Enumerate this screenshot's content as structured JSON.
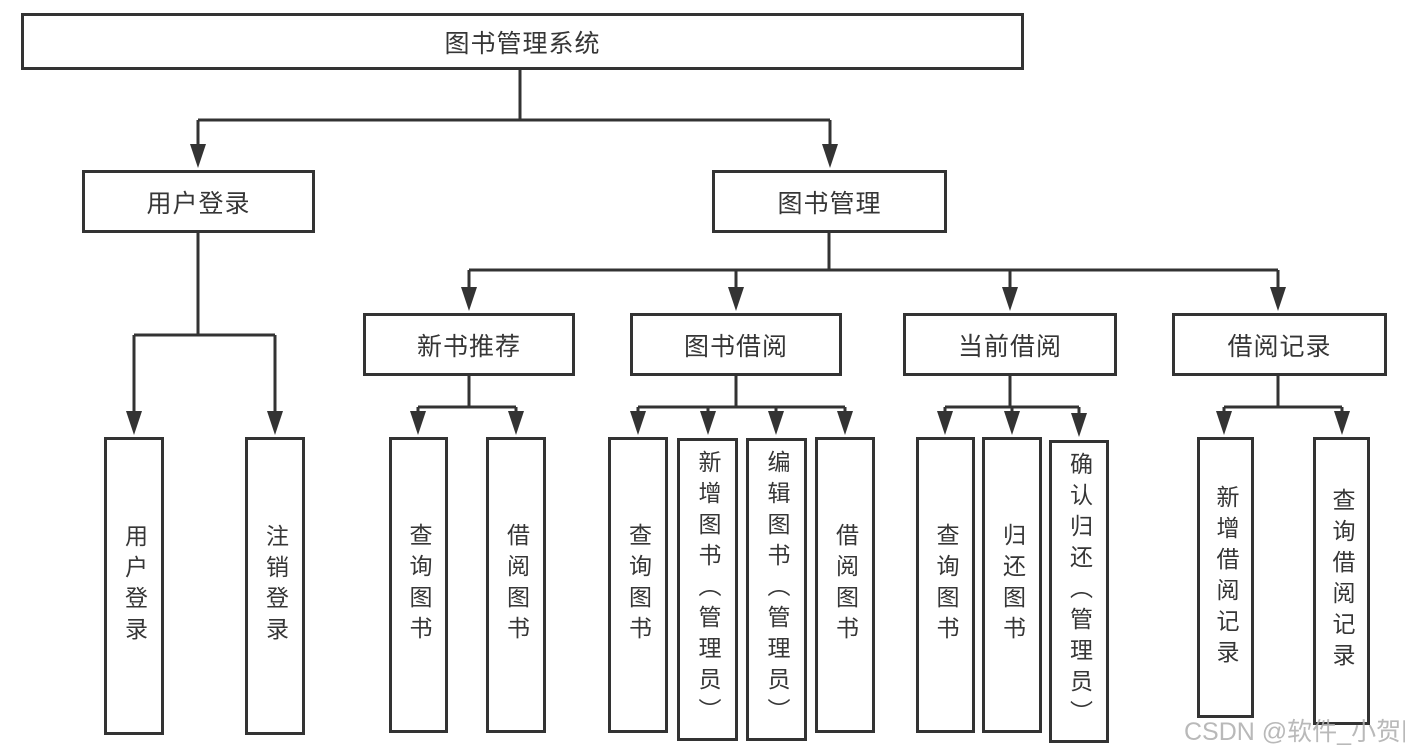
{
  "diagram_title": "图书管理系统",
  "colors": {
    "line": "#333333",
    "box_border": "#333333",
    "box_background": "#ffffff",
    "text": "#363636",
    "watermark": "#b0b0b0"
  },
  "nodes": {
    "root": "图书管理系统",
    "l2_login": "用户登录",
    "l2_book_mgmt": "图书管理",
    "l3_new_book": "新书推荐",
    "l3_book_borrow": "图书借阅",
    "l3_current_borrow": "当前借阅",
    "l3_borrow_record": "借阅记录",
    "leaf_login_user_login": "用户登录",
    "leaf_login_logout": "注销登录",
    "leaf_newbook_query": "查询图书",
    "leaf_newbook_borrow": "借阅图书",
    "leaf_borrow_query": "查询图书",
    "leaf_borrow_add": "新增图书（管理员）",
    "leaf_borrow_edit": "编辑图书（管理员）",
    "leaf_borrow_borrow": "借阅图书",
    "leaf_current_query": "查询图书",
    "leaf_current_return": "归还图书",
    "leaf_current_confirm": "确认归还（管理员）",
    "leaf_record_add": "新增借阅记录",
    "leaf_record_query": "查询借阅记录"
  },
  "hierarchy": {
    "图书管理系统": {
      "用户登录": [
        "用户登录",
        "注销登录"
      ],
      "图书管理": {
        "新书推荐": [
          "查询图书",
          "借阅图书"
        ],
        "图书借阅": [
          "查询图书",
          "新增图书（管理员）",
          "编辑图书（管理员）",
          "借阅图书"
        ],
        "当前借阅": [
          "查询图书",
          "归还图书",
          "确认归还（管理员）"
        ],
        "借阅记录": [
          "新增借阅记录",
          "查询借阅记录"
        ]
      }
    }
  },
  "watermark": "CSDN @软件_小贺同学"
}
